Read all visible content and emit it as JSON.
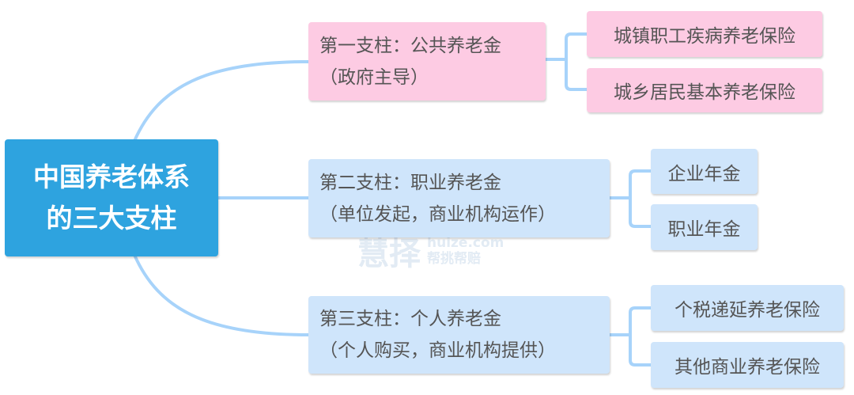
{
  "root": {
    "line1": "中国养老体系",
    "line2": "的三大支柱"
  },
  "pillars": [
    {
      "line1": "第一支柱：公共养老金",
      "line2": "（政府主导）",
      "leaves": [
        "城镇职工疾病养老保险",
        "城乡居民基本养老保险"
      ]
    },
    {
      "line1": "第二支柱：职业养老金",
      "line2": "（单位发起，商业机构运作）",
      "leaves": [
        "企业年金",
        "职业年金"
      ]
    },
    {
      "line1": "第三支柱：个人养老金",
      "line2": "（个人购买，商业机构提供）",
      "leaves": [
        "个税递延养老保险",
        "其他商业养老保险"
      ]
    }
  ],
  "watermark": {
    "brand": "慧择",
    "domain": "huize.com",
    "slogan": "帮挑帮赔"
  },
  "colors": {
    "root": "#2ea3df",
    "pink": "#fdcbe3",
    "blue": "#cfe5fb",
    "line": "#a7d3fa"
  }
}
